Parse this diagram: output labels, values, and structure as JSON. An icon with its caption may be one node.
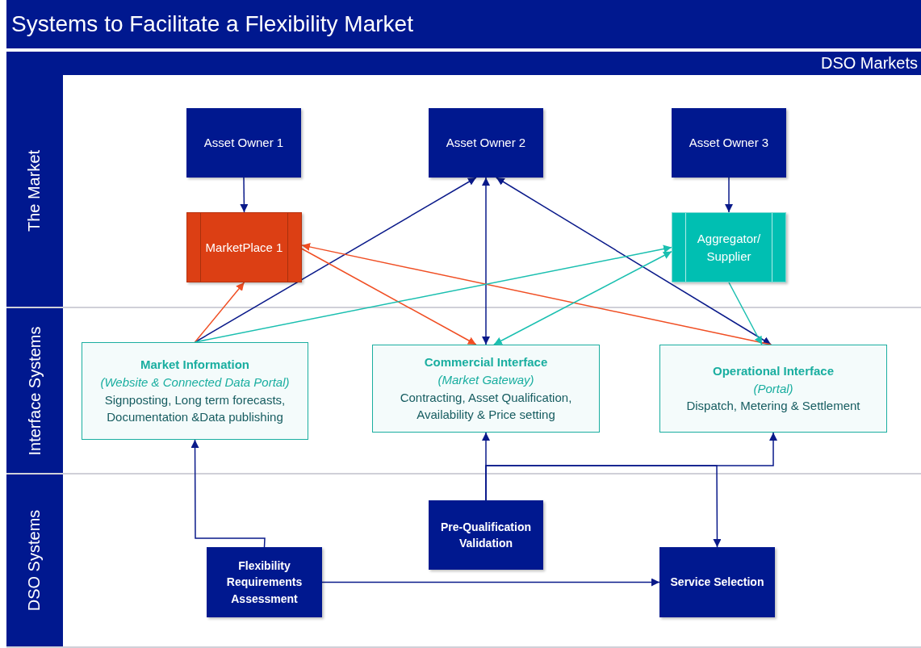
{
  "diagram": {
    "title": "Systems to Facilitate a Flexibility Market",
    "nodes": [
      {
        "text": [
          "The Market"
        ]
      },
      {
        "text": [
          "Interface Systems"
        ]
      },
      {
        "text": [
          "DSO Systems"
        ]
      },
      {
        "text": [
          "Asset Owner 1"
        ],
        "in": 0
      },
      {
        "text": [
          "Asset Owner 2"
        ],
        "in": 0
      },
      {
        "text": [
          "Asset Owner 3"
        ],
        "in": 0
      },
      {
        "text": [
          "MarketPlace 1"
        ],
        "in": 0
      },
      {
        "text": [
          "Aggregator/ Supplier"
        ],
        "in": 0
      },
      {
        "text": [
          "Market Information",
          "(Website & Connected Data Portal)",
          "Signposting, Long term forecasts, Documentation &Data publishing"
        ],
        "in": 1
      },
      {
        "text": [
          "Commercial Interface",
          "(Market Gateway)",
          "Contracting, Asset Qualification, Availability & Price setting"
        ],
        "in": 1
      },
      {
        "text": [
          "Operational Interface",
          "(Portal)",
          "Dispatch, Metering & Settlement"
        ],
        "in": 1
      },
      {
        "text": [
          "Pre-Qualification Validation"
        ],
        "in": 2
      },
      {
        "text": [
          "Flexibility Requirements Assessment"
        ],
        "in": 2
      },
      {
        "text": [
          "Service Selection"
        ],
        "in": 2
      }
    ],
    "edges": [
      {
        "from": 3,
        "to": 6,
        "arrow": "to"
      },
      {
        "from": 5,
        "to": 7,
        "arrow": "to"
      },
      {
        "from": 8,
        "to": 4,
        "arrow": "to"
      },
      {
        "from": 9,
        "to": 4,
        "arrow": "both"
      },
      {
        "from": 10,
        "to": 4,
        "arrow": "both"
      },
      {
        "from": 8,
        "to": 6,
        "arrow": "to",
        "color": "#f04e23"
      },
      {
        "from": 6,
        "to": 9,
        "arrow": "to",
        "color": "#f04e23"
      },
      {
        "from": 10,
        "to": 6,
        "arrow": "to",
        "color": "#f04e23"
      },
      {
        "from": 8,
        "to": 7,
        "arrow": "to",
        "color": "#1abfb0"
      },
      {
        "from": 9,
        "to": 7,
        "arrow": "both",
        "color": "#1abfb0"
      },
      {
        "from": 7,
        "to": 10,
        "arrow": "to",
        "color": "#1abfb0"
      },
      {
        "from": 11,
        "to": 9,
        "arrow": "to"
      },
      {
        "from": 11,
        "to": 10,
        "arrow": "to"
      },
      {
        "from": 11,
        "to": 13,
        "arrow": "to"
      },
      {
        "from": 12,
        "to": 8,
        "arrow": "to"
      },
      {
        "from": 12,
        "to": 13,
        "arrow": "to"
      }
    ],
    "labels": [
      "DSO Markets"
    ]
  }
}
